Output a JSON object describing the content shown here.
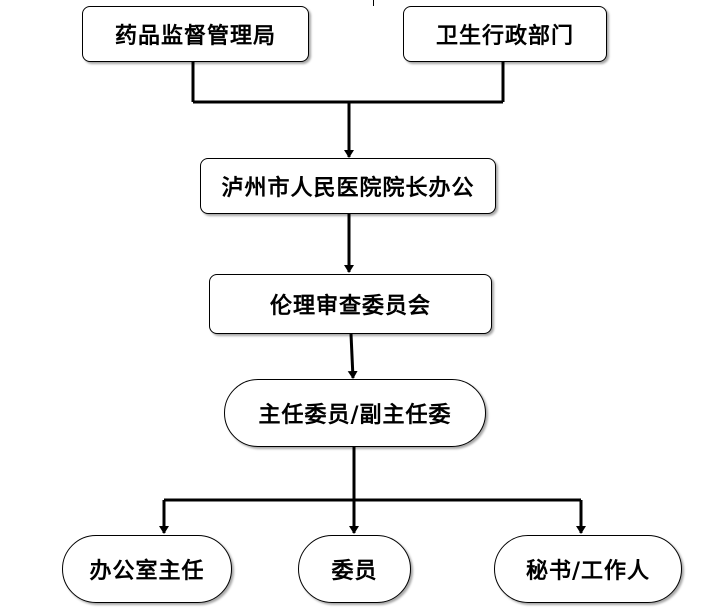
{
  "nodes": {
    "drug_admin": "药品监督管理局",
    "health_dept": "卫生行政部门",
    "president_office": "泸州市人民医院院长办公",
    "ethics_committee": "伦理审查委员会",
    "chair": "主任委员/副主任委",
    "office_director": "办公室主任",
    "member": "委员",
    "secretary": "秘书/工作人"
  }
}
